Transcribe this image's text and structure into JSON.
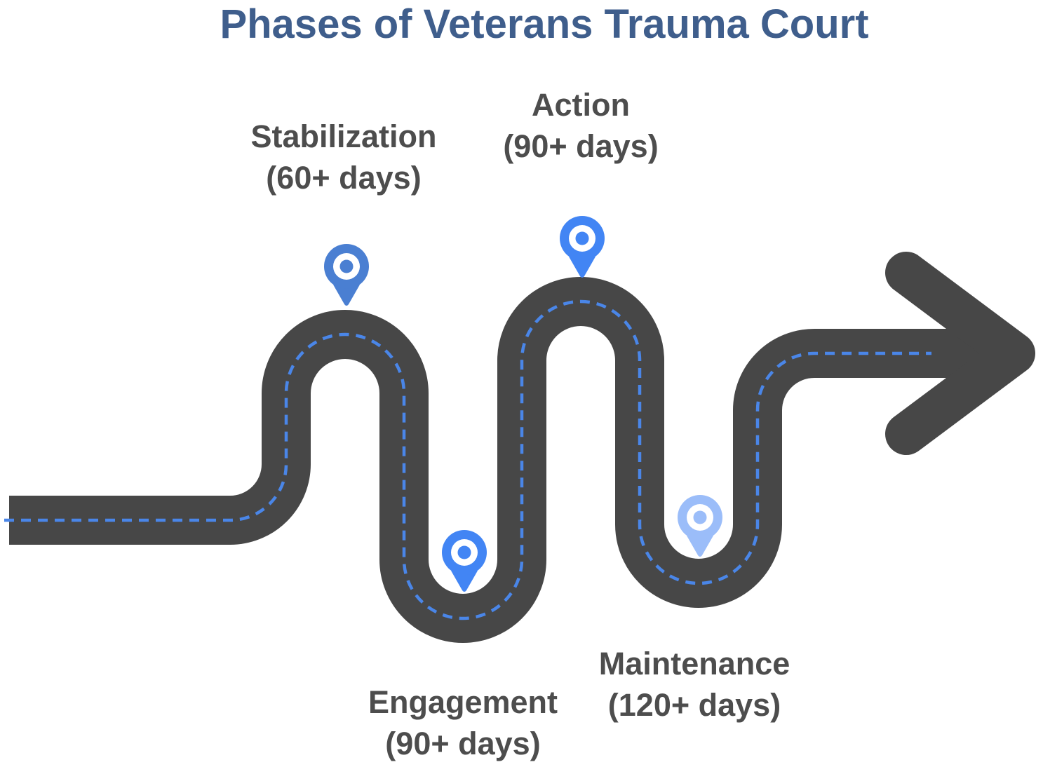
{
  "title": {
    "text": "Phases of Veterans Trauma Court",
    "color": "#3f5e8c"
  },
  "road": {
    "asphalt_color": "#474747",
    "centerline_color": "#4a86e8",
    "arrow_color": "#474747"
  },
  "label_text_color": "#4d4d4d",
  "phases": [
    {
      "name": "Stabilization",
      "duration": "(60+ days)",
      "pin_color": "#4a7fd2"
    },
    {
      "name": "Engagement",
      "duration": "(90+ days)",
      "pin_color": "#4285f4"
    },
    {
      "name": "Action",
      "duration": "(90+ days)",
      "pin_color": "#4285f4"
    },
    {
      "name": "Maintenance",
      "duration": "(120+ days)",
      "pin_color": "#9bbdf9"
    }
  ]
}
